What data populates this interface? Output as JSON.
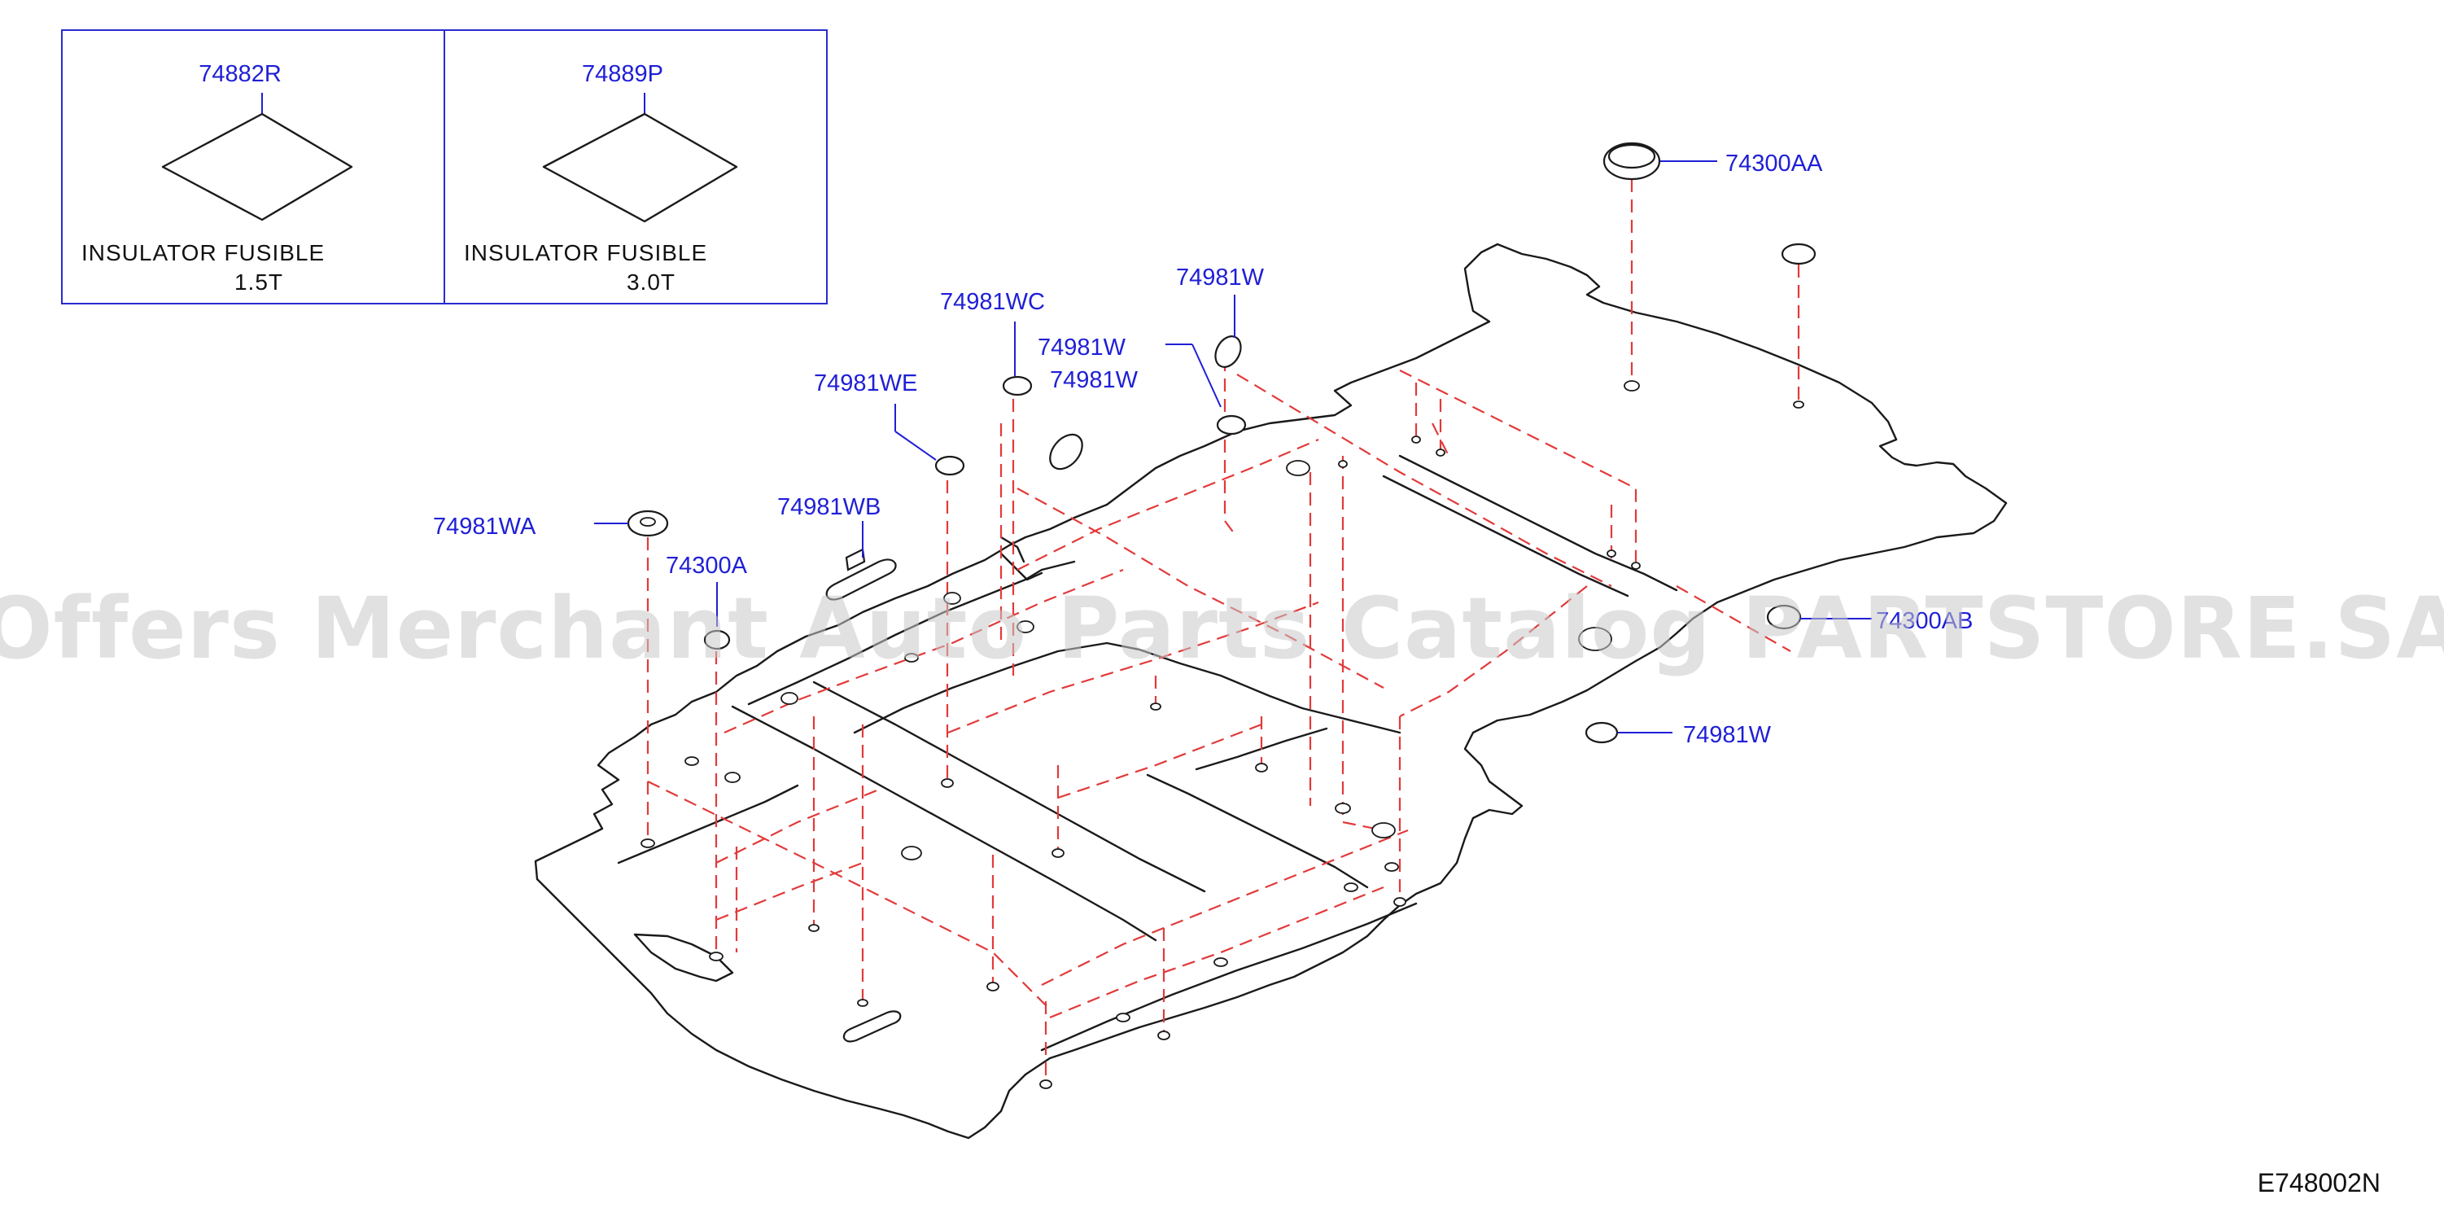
{
  "insulator_panels": [
    {
      "part_no": "74882R",
      "desc": "INSULATOR   FUSIBLE",
      "thickness": "1.5T"
    },
    {
      "part_no": "74889P",
      "desc": "INSULATOR   FUSIBLE",
      "thickness": "3.0T"
    }
  ],
  "callouts": {
    "c_74300AA": "74300AA",
    "c_74981W_a": "74981W",
    "c_74981WC": "74981WC",
    "c_74981W_b": "74981W",
    "c_74981W_c": "74981W",
    "c_74981WE": "74981WE",
    "c_74981WB": "74981WB",
    "c_74981WA": "74981WA",
    "c_74300A": "74300A",
    "c_74300AB": "74300AB",
    "c_74981W_d": "74981W"
  },
  "diagram_code": "E748002N",
  "watermark": "Offers Merchant Auto Parts Catalog PARTSTORE.SA",
  "colors": {
    "callout": "#1f1fd6",
    "dash": "#e23a3a",
    "line": "#1a1a1a",
    "box": "#2a2ad0",
    "watermark": "#c9c9c9"
  }
}
